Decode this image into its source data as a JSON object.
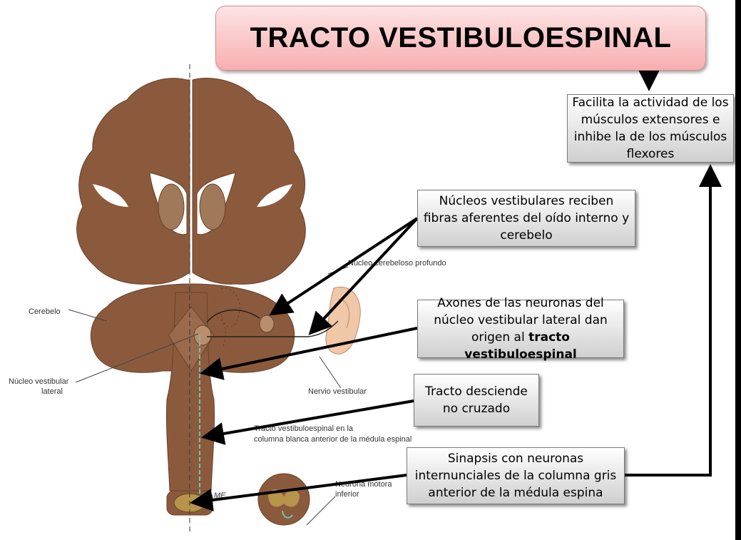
{
  "title": "TRACTO VESTIBULOESPINAL",
  "boxes": {
    "facilita": "Facilita la actividad de los músculos extensores e inhibe la de los músculos flexores",
    "nucleos": "Núcleos vestibulares reciben fibras aferentes del oído interno y cerebelo",
    "axones_pre": "Axones de las neuronas del núcleo vestibular lateral dan origen al ",
    "axones_bold": "tracto vestibuloespinal",
    "tracto": "Tracto desciende no cruzado",
    "sinapsis": "Sinapsis con neuronas internunciales de la columna gris anterior de la médula espina"
  },
  "labels": {
    "nucleo_cerebeloso": "Núcleo cerebeloso profundo",
    "cerebelo": "Cerebelo",
    "nucleo_vestibular_1": "Núcleo vestibular",
    "nucleo_vestibular_2": "lateral",
    "nervio_vestibular": "Nervio vestibular",
    "tracto_1": "Tracto vestibuloespinal en la",
    "tracto_2": "columna blanca anterior de la médula espinal",
    "neurona_1": "Neurona motora",
    "neurona_2": "inferior",
    "signature": "ME"
  },
  "colors": {
    "brain": "#8b5a3c",
    "ear": "#f0c8a8",
    "tract": "#6fc4b0"
  }
}
